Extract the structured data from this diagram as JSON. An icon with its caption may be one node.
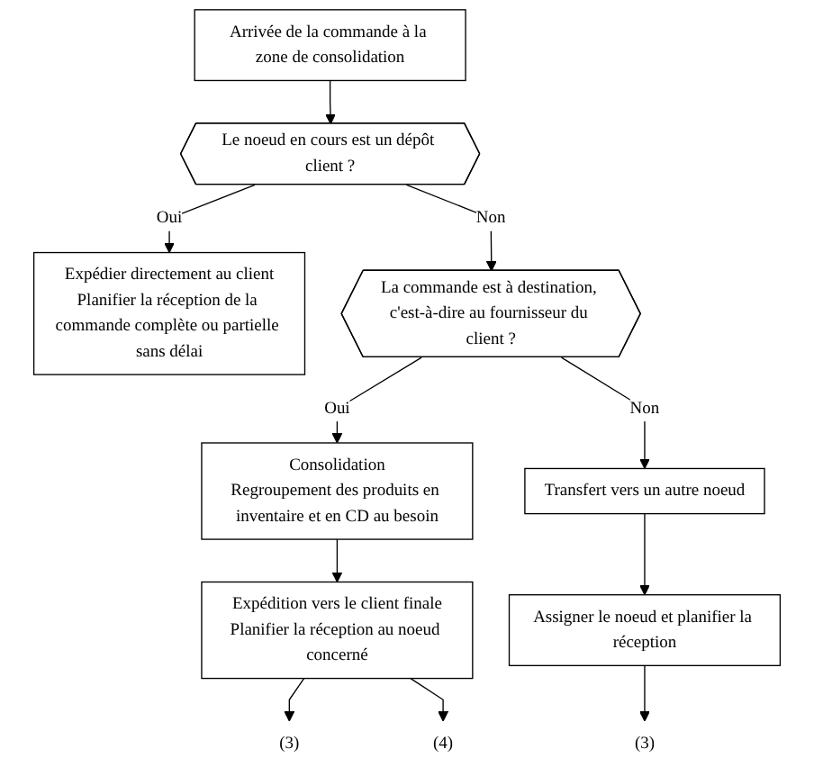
{
  "diagram": {
    "nodes": [
      {
        "text": [
          "Arrivée de la commande à la zone de consolidation"
        ]
      },
      {
        "text": [
          "Le noeud en cours est un dépôt client ?"
        ]
      },
      {
        "text": [
          "Expédier directement au client",
          "Planifier la réception de la commande complète ou partielle sans délai"
        ]
      },
      {
        "text": [
          "La commande est à destination, c'est-à-dire au fournisseur du client ?"
        ]
      },
      {
        "text": [
          "Consolidation",
          "Regroupement des produits en inventaire et en CD au besoin"
        ]
      },
      {
        "text": [
          "Transfert vers un autre noeud"
        ]
      },
      {
        "text": [
          "Assigner le noeud et planifier la réception"
        ]
      },
      {
        "text": [
          "Expédition vers le client finale",
          "Planifier la réception au noeud concerné"
        ]
      },
      {
        "text": [
          "(3)"
        ]
      },
      {
        "text": [
          "(4)"
        ]
      },
      {
        "text": [
          "(3)"
        ]
      }
    ],
    "edges": [
      {
        "from": 0,
        "to": 1,
        "arrow": "to"
      },
      {
        "from": 1,
        "to": 2,
        "arrow": "to",
        "label": "Oui"
      },
      {
        "from": 1,
        "to": 3,
        "arrow": "to",
        "label": "Non"
      },
      {
        "from": 3,
        "to": 4,
        "arrow": "to",
        "label": "Oui"
      },
      {
        "from": 3,
        "to": 5,
        "arrow": "to",
        "label": "Non"
      },
      {
        "from": 4,
        "to": 7,
        "arrow": "to"
      },
      {
        "from": 5,
        "to": 6,
        "arrow": "to"
      },
      {
        "from": 7,
        "to": 8,
        "arrow": "to"
      },
      {
        "from": 7,
        "to": 9,
        "arrow": "to"
      },
      {
        "from": 6,
        "to": 10,
        "arrow": "to"
      }
    ]
  }
}
